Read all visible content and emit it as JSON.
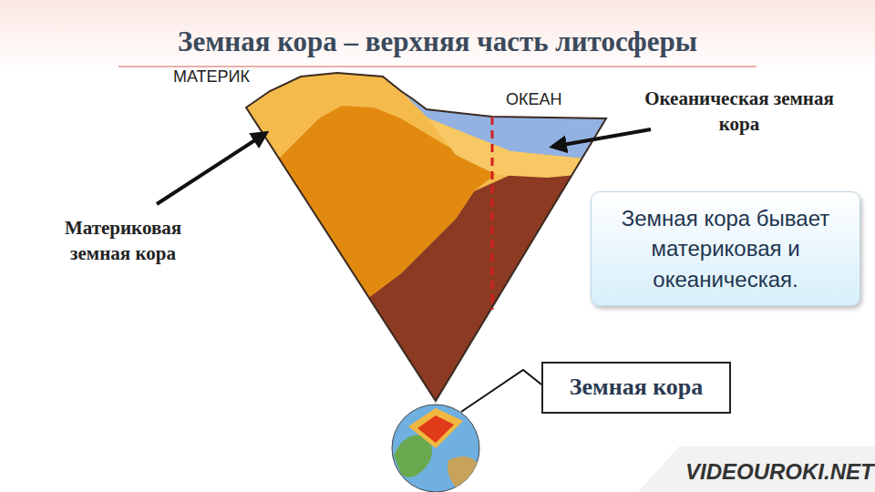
{
  "diagram": {
    "title": "Земная кора – верхняя часть литосферы",
    "nodes": [
      {
        "text": [
          "Земная кора бывает материковая и океаническая."
        ]
      },
      {
        "text": [
          "Земная кора"
        ]
      }
    ],
    "labels": [
      "МАТЕРИК",
      "ОКЕАН",
      "Океаническая земная кора",
      "Материковая земная кора",
      "VIDEOUROKI.NET"
    ]
  }
}
